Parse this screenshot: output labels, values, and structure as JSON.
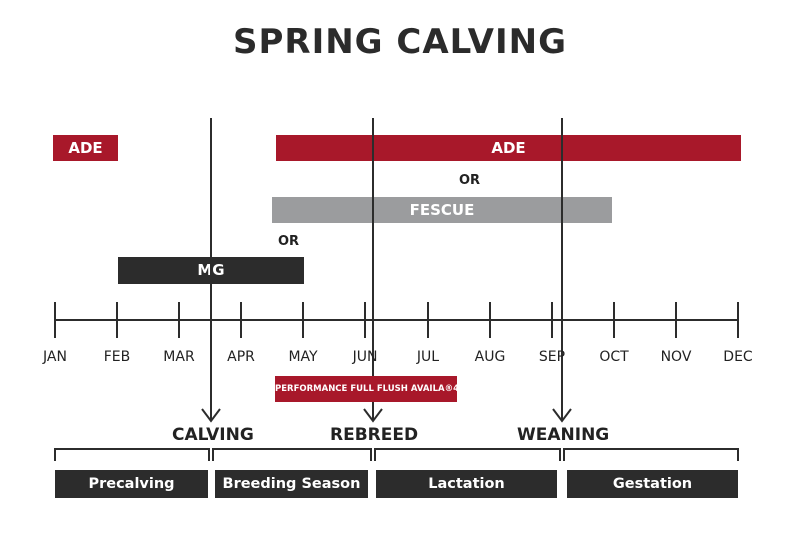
{
  "title": "SPRING CALVING",
  "colors": {
    "red": "#a8182a",
    "gray": "#9b9c9e",
    "dark": "#2c2c2c"
  },
  "bars": {
    "ade_small": "ADE",
    "ade_large": "ADE",
    "fescue": "FESCUE",
    "mg": "MG",
    "performance": "PERFORMANCE FULL FLUSH AVAILA®4"
  },
  "or_labels": [
    "OR",
    "OR"
  ],
  "months": [
    "JAN",
    "FEB",
    "MAR",
    "APR",
    "MAY",
    "JUN",
    "JUL",
    "AUG",
    "SEP",
    "OCT",
    "NOV",
    "DEC"
  ],
  "milestones": {
    "calving": "CALVING",
    "rebreed": "REBREED",
    "weaning": "WEANING"
  },
  "phases": [
    "Precalving",
    "Breeding Season",
    "Lactation",
    "Gestation"
  ]
}
